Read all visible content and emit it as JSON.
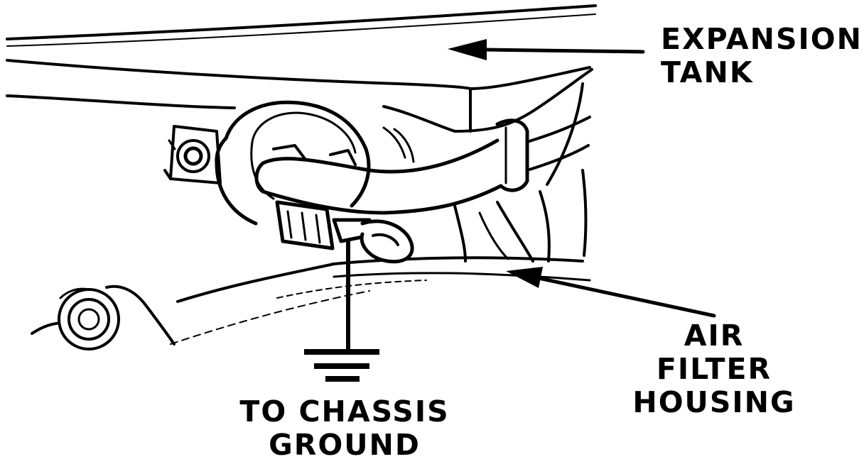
{
  "labels": {
    "expansion_tank": [
      "EXPANSION",
      "TANK"
    ],
    "air_filter_housing": [
      "AIR",
      "FILTER",
      "HOUSING"
    ],
    "chassis_ground": [
      "TO CHASSIS",
      "GROUND"
    ]
  },
  "colors": {
    "ink": "#000000",
    "paper": "#ffffff"
  }
}
